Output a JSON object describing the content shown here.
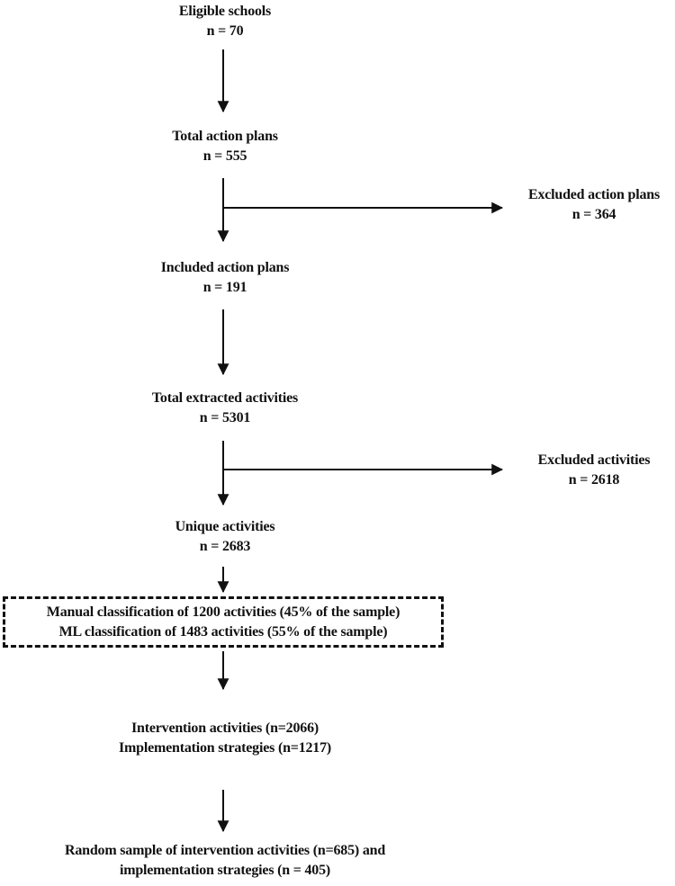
{
  "diagram": {
    "title": "Action plan activity selection flowchart",
    "colors": {
      "text": "#111111",
      "line": "#111111",
      "background": "#ffffff"
    },
    "nodes": [
      {
        "id": "eligible-schools",
        "lines": [
          "Eligible schools",
          "n = 70"
        ]
      },
      {
        "id": "total-action-plans",
        "lines": [
          "Total action plans",
          "n = 555"
        ]
      },
      {
        "id": "excluded-action-plans",
        "lines": [
          "Excluded action plans",
          "n = 364"
        ]
      },
      {
        "id": "included-action-plans",
        "lines": [
          "Included action plans",
          "n = 191"
        ]
      },
      {
        "id": "total-extracted-activities",
        "lines": [
          "Total extracted activities",
          "n = 5301"
        ]
      },
      {
        "id": "excluded-activities",
        "lines": [
          "Excluded activities",
          "n = 2618"
        ]
      },
      {
        "id": "unique-activities",
        "lines": [
          "Unique activities",
          "n = 2683"
        ]
      },
      {
        "id": "classification-box",
        "style": "dashed",
        "lines": [
          "Manual classification of 1200 activities (45% of the sample)",
          "ML classification of 1483 activities (55% of the sample)"
        ]
      },
      {
        "id": "intervention-implementation",
        "lines": [
          "Intervention activities (n=2066)",
          "Implementation strategies (n=1217)"
        ]
      },
      {
        "id": "random-sample",
        "lines": [
          "Random sample of intervention activities (n=685) and",
          "implementation strategies (n = 405)"
        ]
      }
    ],
    "edges": [
      {
        "from": "eligible-schools",
        "to": "total-action-plans",
        "direction": "down"
      },
      {
        "from": "total-action-plans",
        "to": "included-action-plans",
        "direction": "down"
      },
      {
        "from": "total-action-plans",
        "to": "excluded-action-plans",
        "direction": "right"
      },
      {
        "from": "included-action-plans",
        "to": "total-extracted-activities",
        "direction": "down"
      },
      {
        "from": "total-extracted-activities",
        "to": "unique-activities",
        "direction": "down"
      },
      {
        "from": "total-extracted-activities",
        "to": "excluded-activities",
        "direction": "right"
      },
      {
        "from": "unique-activities",
        "to": "classification-box",
        "direction": "down"
      },
      {
        "from": "classification-box",
        "to": "intervention-implementation",
        "direction": "down"
      },
      {
        "from": "intervention-implementation",
        "to": "random-sample",
        "direction": "down"
      }
    ]
  }
}
